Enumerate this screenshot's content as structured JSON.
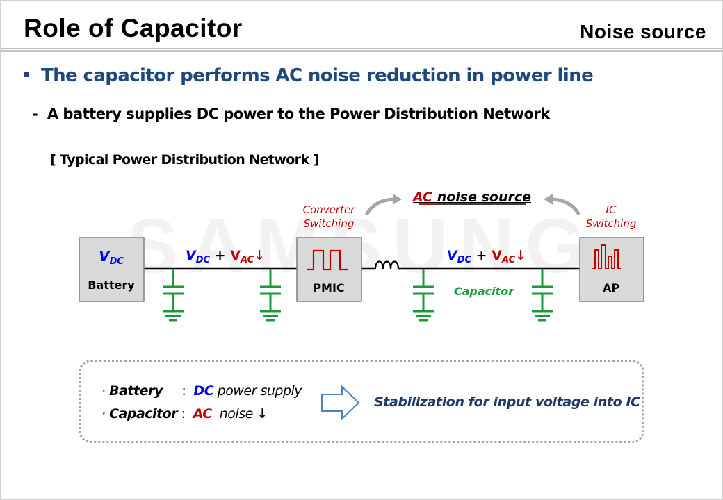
{
  "header": {
    "title": "Role of Capacitor",
    "section": "Noise source"
  },
  "bullets": {
    "main": "The capacitor performs AC noise reduction in power line",
    "sub_dash": "-",
    "sub": "A battery supplies DC power to the Power Distribution Network"
  },
  "diagram": {
    "caption": "[ Typical Power Distribution Network ]",
    "watermark": "SAMSUNG",
    "noise_title_ac": "AC",
    "noise_title_rest": " noise source",
    "converter_label_1": "Converter",
    "converter_label_2": "Switching",
    "ic_label_1": "IC",
    "ic_label_2": "Switching",
    "battery": {
      "v": "V",
      "v_sub": "DC",
      "label": "Battery"
    },
    "pmic_label": "PMIC",
    "ap_label": "AP",
    "voltage": {
      "vdc": "V",
      "vdc_sub": "DC",
      "plus": " + ",
      "vac": "V",
      "vac_sub": "AC",
      "arrow": "↓"
    },
    "capacitor_label": "Capacitor",
    "colors": {
      "dc": "#0000ff",
      "ac": "#c00000",
      "cap": "#1a9a3a",
      "box": "#d9d9d9",
      "arrow": "#a6a6a6"
    }
  },
  "summary": {
    "battery_label": "Battery",
    "battery_colon": ":",
    "battery_dc": "DC",
    "battery_text": " power supply",
    "capacitor_label": "Capacitor",
    "capacitor_colon": ":",
    "capacitor_ac": "AC",
    "capacitor_text": "  noise ↓",
    "dot": "·",
    "result": "Stabilization for input voltage into IC"
  }
}
